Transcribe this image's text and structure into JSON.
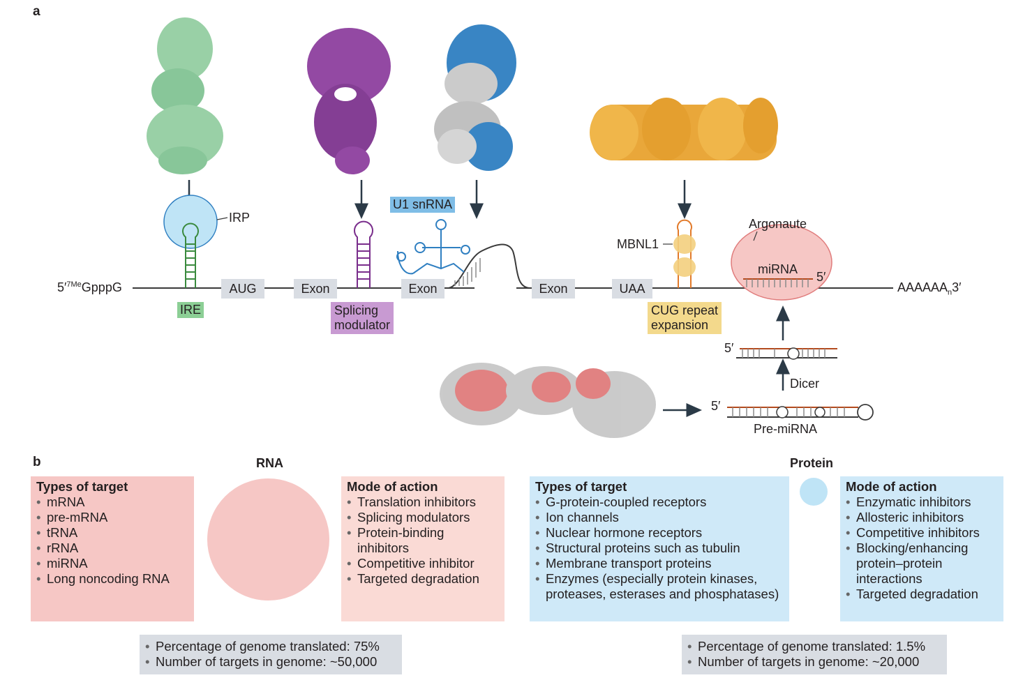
{
  "panel_a": {
    "letter": "a",
    "cap_label": "GpppG",
    "cap_prefix": "5′",
    "cap_sup": "7Me",
    "poly_a": "AAAAAA",
    "poly_a_sub": "n",
    "poly_a_end": "3′",
    "tags": {
      "aug": "AUG",
      "exon1": "Exon",
      "exon2": "Exon",
      "exon3": "Exon",
      "uaa": "UAA"
    },
    "irp": "IRP",
    "ire": "IRE",
    "splicing_modulator": [
      "Splicing",
      "modulator"
    ],
    "u1_snrna": "U1 snRNA",
    "mbnl1": "MBNL1",
    "cug": [
      "CUG repeat",
      "expansion"
    ],
    "argonaute": "Argonaute",
    "mirna": "miRNA",
    "mirna_5prime": "5′",
    "dicer": "Dicer",
    "pre_mirna": "Pre-miRNA",
    "duplex_5prime": "5′",
    "pre_5prime": "5′",
    "colors": {
      "green": "#7cc08f",
      "purple": "#7a2e8c",
      "blue": "#2f7fc1",
      "orange": "#e8a330",
      "pink": "#f6c7c5",
      "line": "#3a3a3a",
      "arrow": "#2b3a47"
    }
  },
  "panel_b": {
    "letter": "b",
    "rna_title": "RNA",
    "protein_title": "Protein",
    "rna_targets": {
      "heading": "Types of target",
      "items": [
        "mRNA",
        "pre-mRNA",
        "tRNA",
        "rRNA",
        "miRNA",
        "Long noncoding RNA"
      ]
    },
    "rna_mode": {
      "heading": "Mode of action",
      "items": [
        "Translation inhibitors",
        "Splicing modulators",
        "Protein-binding inhibitors",
        "Competitive inhibitor",
        "Targeted degradation"
      ]
    },
    "protein_targets": {
      "heading": "Types of target",
      "items": [
        "G-protein-coupled receptors",
        "Ion channels",
        "Nuclear hormone receptors",
        "Structural proteins such as tubulin",
        "Membrane transport proteins",
        "Enzymes (especially protein kinases, proteases, esterases and phosphatases)"
      ]
    },
    "protein_mode": {
      "heading": "Mode of action",
      "items": [
        "Enzymatic inhibitors",
        "Allosteric inhibitors",
        "Competitive inhibitors",
        "Blocking/enhancing protein–protein interactions",
        "Targeted degradation"
      ]
    },
    "rna_stats": [
      "Percentage of genome translated: 75%",
      "Number of targets in genome: ~50,000"
    ],
    "protein_stats": [
      "Percentage of genome translated: 1.5%",
      "Number of targets in genome: ~20,000"
    ],
    "colors": {
      "rna_box": "#f6c7c5",
      "rna_box_light": "#fadad5",
      "protein_box": "#cfe9f8",
      "rna_circle": "#f6c7c5",
      "protein_circle": "#bfe4f6"
    }
  }
}
